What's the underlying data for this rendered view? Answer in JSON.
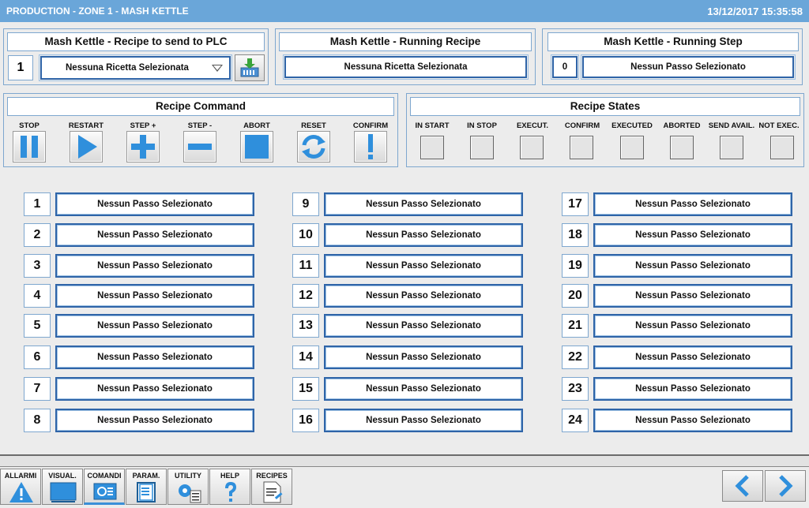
{
  "header": {
    "title": "PRODUCTION - ZONE 1 - MASH KETTLE",
    "datetime": "13/12/2017 15:35:58"
  },
  "recipe_to_send": {
    "title": "Mash Kettle - Recipe to send to PLC",
    "number": "1",
    "selected": "Nessuna Ricetta Selezionata"
  },
  "running_recipe": {
    "title": "Mash Kettle - Running Recipe",
    "value": "Nessuna Ricetta Selezionata"
  },
  "running_step": {
    "title": "Mash Kettle - Running Step",
    "number": "0",
    "value": "Nessun Passo Selezionato"
  },
  "recipe_command": {
    "title": "Recipe Command",
    "buttons": [
      {
        "label": "STOP",
        "icon": "pause-icon"
      },
      {
        "label": "RESTART",
        "icon": "play-icon"
      },
      {
        "label": "STEP +",
        "icon": "plus-icon"
      },
      {
        "label": "STEP -",
        "icon": "minus-icon"
      },
      {
        "label": "ABORT",
        "icon": "stop-square-icon"
      },
      {
        "label": "RESET",
        "icon": "refresh-icon"
      },
      {
        "label": "CONFIRM",
        "icon": "exclamation-icon"
      }
    ]
  },
  "recipe_states": {
    "title": "Recipe States",
    "states": [
      "IN START",
      "IN STOP",
      "EXECUT.",
      "CONFIRM",
      "EXECUTED",
      "ABORTED",
      "SEND AVAIL.",
      "NOT EXEC."
    ]
  },
  "steps": [
    {
      "n": "1",
      "v": "Nessun Passo Selezionato"
    },
    {
      "n": "2",
      "v": "Nessun Passo Selezionato"
    },
    {
      "n": "3",
      "v": "Nessun Passo Selezionato"
    },
    {
      "n": "4",
      "v": "Nessun Passo Selezionato"
    },
    {
      "n": "5",
      "v": "Nessun Passo Selezionato"
    },
    {
      "n": "6",
      "v": "Nessun Passo Selezionato"
    },
    {
      "n": "7",
      "v": "Nessun Passo Selezionato"
    },
    {
      "n": "8",
      "v": "Nessun Passo Selezionato"
    },
    {
      "n": "9",
      "v": "Nessun Passo Selezionato"
    },
    {
      "n": "10",
      "v": "Nessun Passo Selezionato"
    },
    {
      "n": "11",
      "v": "Nessun Passo Selezionato"
    },
    {
      "n": "12",
      "v": "Nessun Passo Selezionato"
    },
    {
      "n": "13",
      "v": "Nessun Passo Selezionato"
    },
    {
      "n": "14",
      "v": "Nessun Passo Selezionato"
    },
    {
      "n": "15",
      "v": "Nessun Passo Selezionato"
    },
    {
      "n": "16",
      "v": "Nessun Passo Selezionato"
    },
    {
      "n": "17",
      "v": "Nessun Passo Selezionato"
    },
    {
      "n": "18",
      "v": "Nessun Passo Selezionato"
    },
    {
      "n": "19",
      "v": "Nessun Passo Selezionato"
    },
    {
      "n": "20",
      "v": "Nessun Passo Selezionato"
    },
    {
      "n": "21",
      "v": "Nessun Passo Selezionato"
    },
    {
      "n": "22",
      "v": "Nessun Passo Selezionato"
    },
    {
      "n": "23",
      "v": "Nessun Passo Selezionato"
    },
    {
      "n": "24",
      "v": "Nessun Passo Selezionato"
    }
  ],
  "bottom_nav": [
    {
      "label": "ALLARMI",
      "icon": "warning-icon"
    },
    {
      "label": "VISUAL.",
      "icon": "monitor-icon"
    },
    {
      "label": "COMANDI",
      "icon": "commands-icon",
      "active": true
    },
    {
      "label": "PARAM.",
      "icon": "book-icon"
    },
    {
      "label": "UTILITY",
      "icon": "gear-list-icon"
    },
    {
      "label": "HELP",
      "icon": "question-icon"
    },
    {
      "label": "RECIPES",
      "icon": "recipe-doc-icon"
    }
  ],
  "colors": {
    "title_bar": "#6aa6d9",
    "accent": "#2e64a8",
    "icon_blue": "#2f8fdc"
  }
}
